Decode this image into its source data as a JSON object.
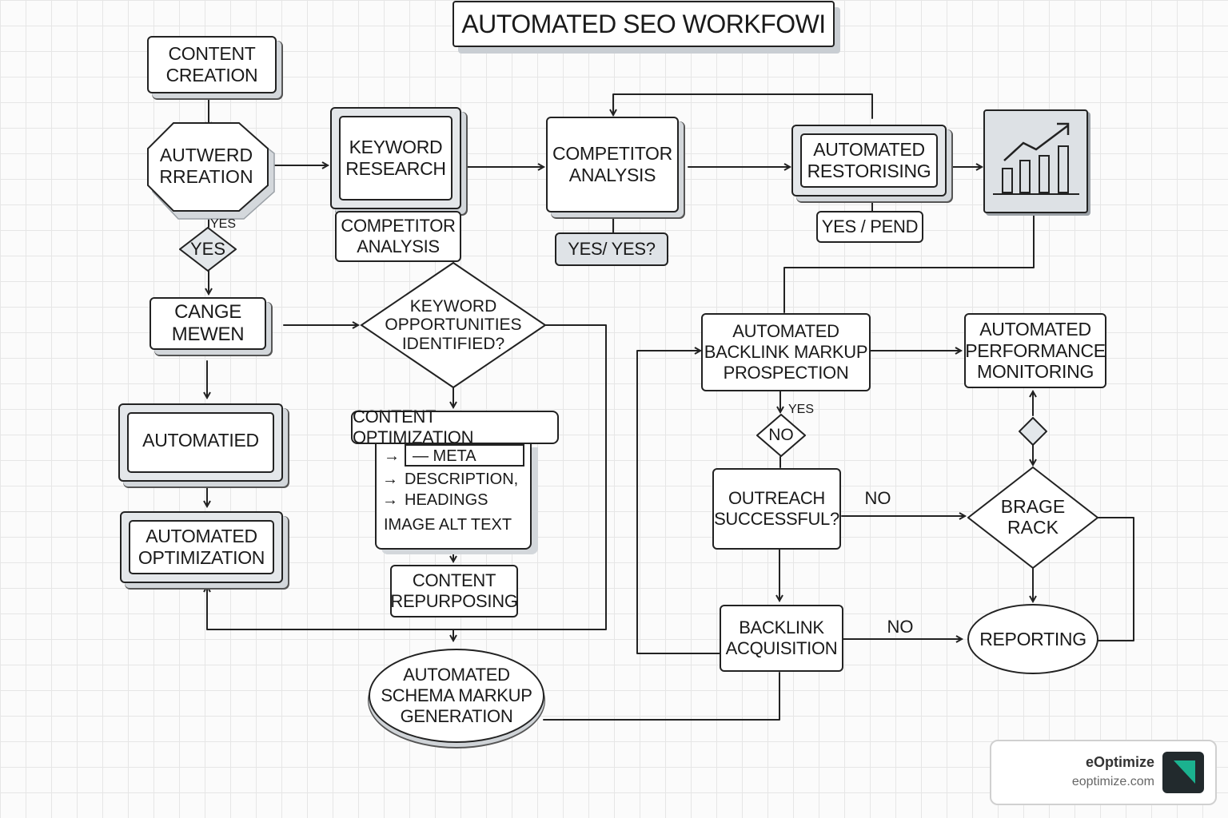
{
  "title": "AUTOMATED SEO WORKFOWI",
  "nodes": {
    "content_creation": "CONTENT\nCREATION",
    "autwerd_rreation": "AUTWERD\nRREATION",
    "yes_diamond": "YES",
    "keyword_research": "KEYWORD\nRESEARCH",
    "competitor_analysis_small": "COMPETITOR\nANALYSIS",
    "competitor_analysis": "COMPETITOR\nANALYSIS",
    "yes_yes": "YES/ YES?",
    "automated_restorising": "AUTOMATED\nRESTORISING",
    "yes_pend": "YES / PEND",
    "cange_mewen": "CANGE\nMEWEN",
    "keyword_opportunities": "KEYWORD\nOPPORTUNITIES\nIDENTIFIED?",
    "automatied": "AUTOMATIED",
    "content_optimization": "CONTENT OPTIMIZATION",
    "opt_items": [
      "— META",
      "DESCRIPTION,",
      "HEADINGS",
      "IMAGE ALT TEXT"
    ],
    "automated_optimization": "AUTOMATED\nOPTIMIZATION",
    "content_repurposing": "CONTENT\nREPURPOSING",
    "automated_schema": "AUTOMATED\nSCHEMA MARKUP\nGENERATION",
    "backlink_prospection": "AUTOMATED\nBACKLINK MARKUP\nPROSPECTION",
    "automated_performance": "AUTOMATED\nPERFORMANCE\nMONITORING",
    "no_diamond": "NO",
    "outreach_successful": "OUTREACH\nSUCCESSFUL?",
    "brage_rack": "BRAGE\nRACK",
    "backlink_acquisition": "BACKLINK\nACQUISITION",
    "reporting": "REPORTING"
  },
  "edge_labels": {
    "yes_small_top": "YES",
    "yes_small_mid": "YES",
    "no_outreach": "NO",
    "no_backlink": "NO"
  },
  "chart_icon": "bar-chart-trend-icon",
  "brand": {
    "name": "eOptimize",
    "url": "eoptimize.com",
    "accent": "#1bb28f",
    "logo_bg": "#222a2d"
  }
}
